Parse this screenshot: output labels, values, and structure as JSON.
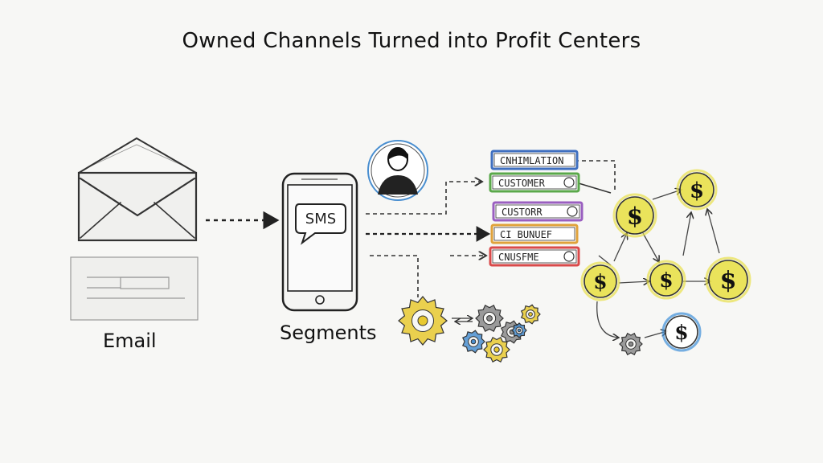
{
  "title": "Owned Channels Turned into Profit Centers",
  "labels": {
    "email": "Email",
    "segments": "Segments",
    "sms": "SMS"
  },
  "segment_bars": [
    {
      "text": "CNHIMLATION",
      "color": "#3f6fc0"
    },
    {
      "text": "CUSTOMER",
      "color": "#5aa84a"
    },
    {
      "text": "CUSTORR",
      "color": "#9a5fc0"
    },
    {
      "text": "CI BUNUEF",
      "color": "#e0a23a"
    },
    {
      "text": "CNUSFME",
      "color": "#d94a4a"
    }
  ],
  "coins": [
    "$",
    "$",
    "$",
    "$",
    "$",
    "$"
  ],
  "colors": {
    "ink": "#222222",
    "coin_yellow": "#e8e04a",
    "coin_blue": "#3d8fd8",
    "gear_yellow": "#e8c930",
    "gear_blue": "#4a8fd0",
    "gear_gray": "#8a8a8a"
  }
}
